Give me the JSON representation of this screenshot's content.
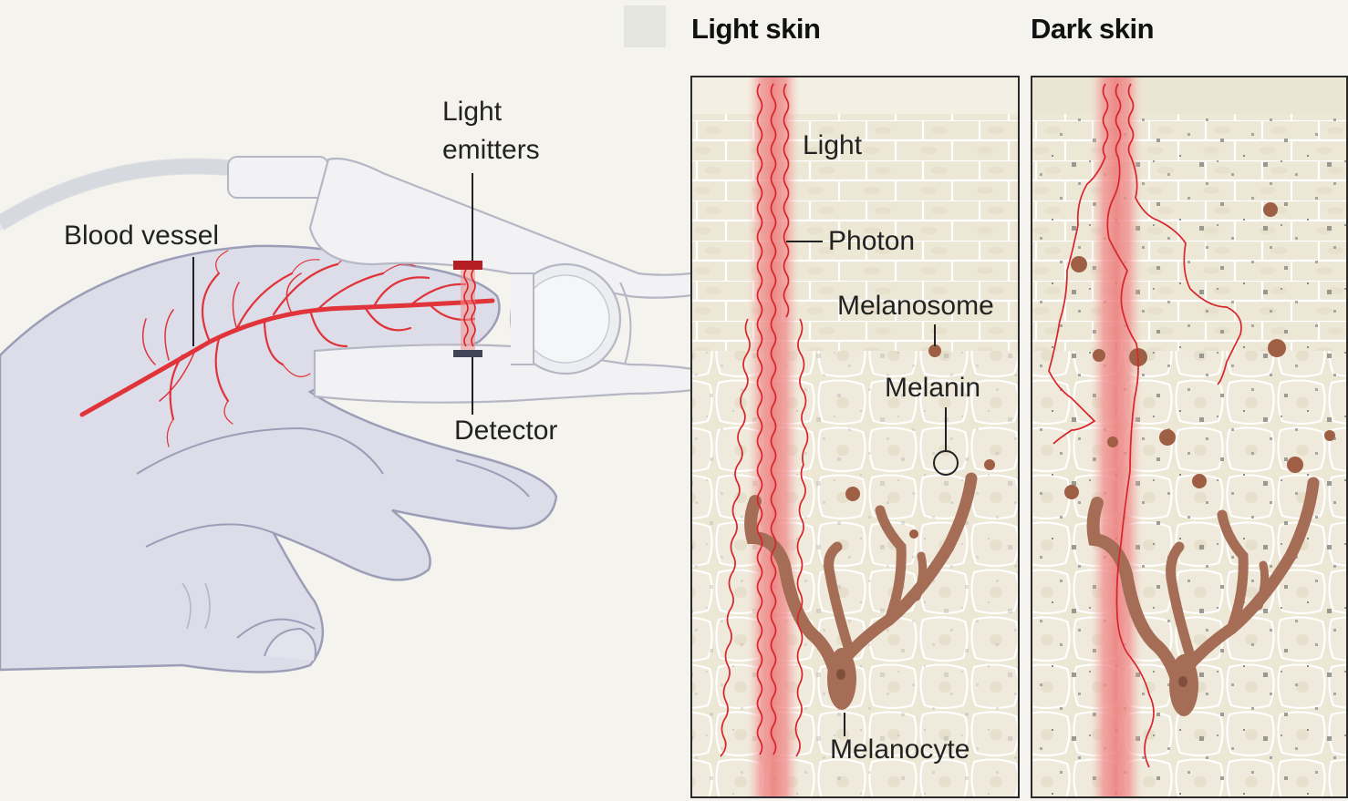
{
  "headings": {
    "light_skin": "Light skin",
    "dark_skin": "Dark skin"
  },
  "labels": {
    "light_emitters_line1": "Light",
    "light_emitters_line2": "emitters",
    "blood_vessel": "Blood vessel",
    "detector": "Detector",
    "light": "Light",
    "photon": "Photon",
    "melanosome": "Melanosome",
    "melanin": "Melanin",
    "melanocyte": "Melanocyte"
  },
  "colors": {
    "background": "#f4f3ee",
    "skin_tissue": "#ede8d8",
    "cell_outline": "#ffffff",
    "light_beam": "#e8484c",
    "photon_path": "#d8242b",
    "blood_vessel": "#e0333a",
    "melanocyte": "#a56d55",
    "melanosome": "#9e5f45",
    "hand": "#dcdde8",
    "hand_outline": "#9c9eb8",
    "clip": "#f2f2f4",
    "emitter": "#b21e22",
    "detector": "#3f4556"
  },
  "icons": {
    "finger": "hand-icon",
    "clip": "pulse-oximeter-clip-icon",
    "melanocyte": "melanocyte-cell-icon"
  }
}
